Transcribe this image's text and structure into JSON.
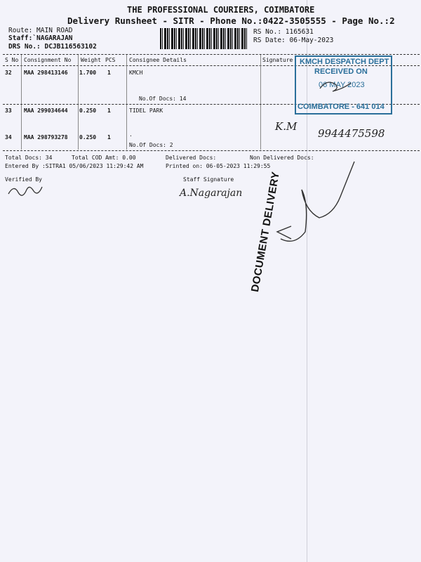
{
  "header": {
    "company": "THE PROFESSIONAL COURIERS, COIMBATORE",
    "subtitle": "Delivery Runsheet - SITR - Phone No.:0422-3505555 - Page No.:2",
    "route": "Route: MAIN ROAD",
    "staff": "Staff:`NAGARAJAN",
    "drs": "DRS No.: DCJB116563102",
    "rs_no": "RS No.: 1165631",
    "rs_date": "RS Date: 06-May-2023"
  },
  "table": {
    "columns": [
      "S No",
      "Consignment No",
      "Weight",
      "PCS",
      "Consignee Details",
      "Signature"
    ],
    "rows": [
      {
        "sno": "32",
        "cn": "MAA 298413146",
        "weight": "1.700",
        "pcs": "1",
        "consignee": "KMCH",
        "docs": "No.Of Docs: 14"
      },
      {
        "sno": "33",
        "cn": "MAA 299034644",
        "weight": "0.250",
        "pcs": "1",
        "consignee": "TIDEL PARK",
        "docs": ""
      },
      {
        "sno": "34",
        "cn": "MAA 298793278",
        "weight": "0.250",
        "pcs": "1",
        "consignee": ".",
        "docs": "No.Of Docs: 2"
      }
    ]
  },
  "footer": {
    "total_docs": "Total Docs:  34",
    "total_cod": "Total COD Amt:    0.00",
    "delivered": "Delivered Docs:",
    "non_delivered": "Non Delivered Docs:",
    "entered_by": "Entered By :SITRA1 05/06/2023 11:29:42 AM",
    "printed_on": "Printed on: 06-05-2023 11:29:55",
    "verified_by": "Verified By",
    "staff_signature": "Staff Signature"
  },
  "stamps": {
    "received_line1": "KMCH DESPATCH DEPT",
    "received_line2": "RECEIVED ON",
    "received_date": "06 MAY 2023",
    "received_city": "COIMBATORE - 641 014",
    "document_delivery": "DOCUMENT DELIVERY"
  },
  "handwriting": {
    "receiver_name": "K.M",
    "receiver_phone": "9944475598",
    "staff_sign": "A.Nagarajan"
  }
}
